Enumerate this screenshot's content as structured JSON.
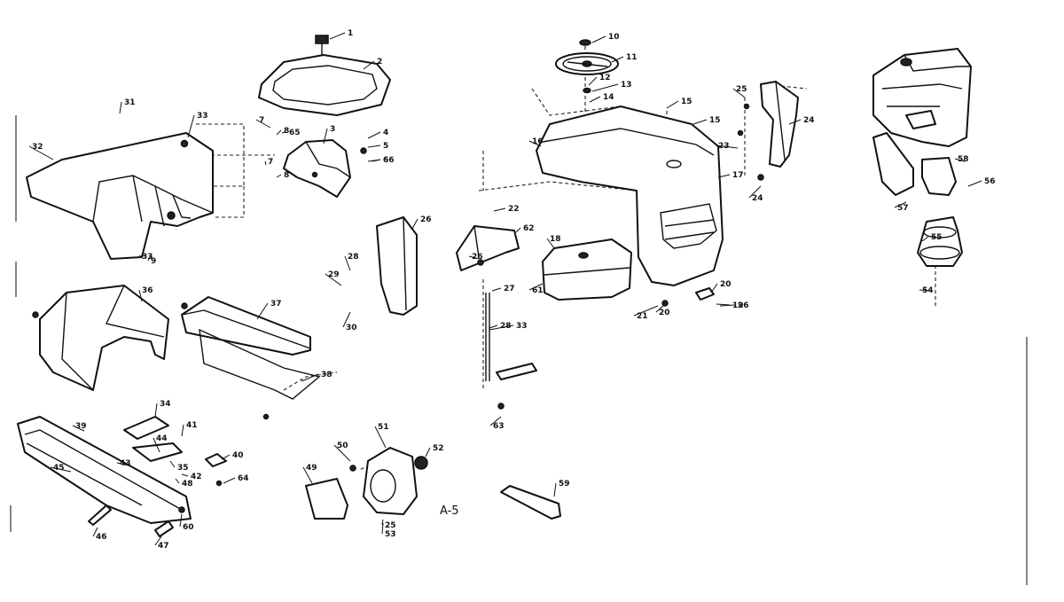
{
  "figure_label": "A-5",
  "callouts": [
    {
      "num": "1"
    },
    {
      "num": "2"
    },
    {
      "num": "3"
    },
    {
      "num": "4"
    },
    {
      "num": "5"
    },
    {
      "num": "6"
    },
    {
      "num": "7"
    },
    {
      "num": "8"
    },
    {
      "num": "7"
    },
    {
      "num": "8"
    },
    {
      "num": "9"
    },
    {
      "num": "10"
    },
    {
      "num": "11"
    },
    {
      "num": "12"
    },
    {
      "num": "13"
    },
    {
      "num": "14"
    },
    {
      "num": "15"
    },
    {
      "num": "16"
    },
    {
      "num": "15"
    },
    {
      "num": "17"
    },
    {
      "num": "18"
    },
    {
      "num": "19"
    },
    {
      "num": "20"
    },
    {
      "num": "21"
    },
    {
      "num": "22"
    },
    {
      "num": "23"
    },
    {
      "num": "24"
    },
    {
      "num": "24"
    },
    {
      "num": "25"
    },
    {
      "num": "26"
    },
    {
      "num": "26"
    },
    {
      "num": "27"
    },
    {
      "num": "28"
    },
    {
      "num": "28"
    },
    {
      "num": "29"
    },
    {
      "num": "30"
    },
    {
      "num": "31"
    },
    {
      "num": "32"
    },
    {
      "num": "33"
    },
    {
      "num": "33"
    },
    {
      "num": "34"
    },
    {
      "num": "35"
    },
    {
      "num": "36"
    },
    {
      "num": "37"
    },
    {
      "num": "38"
    },
    {
      "num": "39"
    },
    {
      "num": "40"
    },
    {
      "num": "41"
    },
    {
      "num": "42"
    },
    {
      "num": "43"
    },
    {
      "num": "44"
    },
    {
      "num": "45"
    },
    {
      "num": "46"
    },
    {
      "num": "47"
    },
    {
      "num": "48"
    },
    {
      "num": "49"
    },
    {
      "num": "50"
    },
    {
      "num": "51"
    },
    {
      "num": "52"
    },
    {
      "num": "53"
    },
    {
      "num": "54"
    },
    {
      "num": "55"
    },
    {
      "num": "56"
    },
    {
      "num": "57"
    },
    {
      "num": "58"
    },
    {
      "num": "59"
    },
    {
      "num": "60"
    },
    {
      "num": "61"
    },
    {
      "num": "62"
    },
    {
      "num": "63"
    },
    {
      "num": "64"
    },
    {
      "num": "65"
    },
    {
      "num": "66"
    },
    {
      "num": "26"
    },
    {
      "num": "20"
    },
    {
      "num": "25"
    },
    {
      "num": "33"
    },
    {
      "num": "35"
    },
    {
      "num": "8"
    },
    {
      "num": "6"
    },
    {
      "num": "21"
    },
    {
      "num": "26"
    },
    {
      "num": "30"
    },
    {
      "num": "29"
    }
  ]
}
